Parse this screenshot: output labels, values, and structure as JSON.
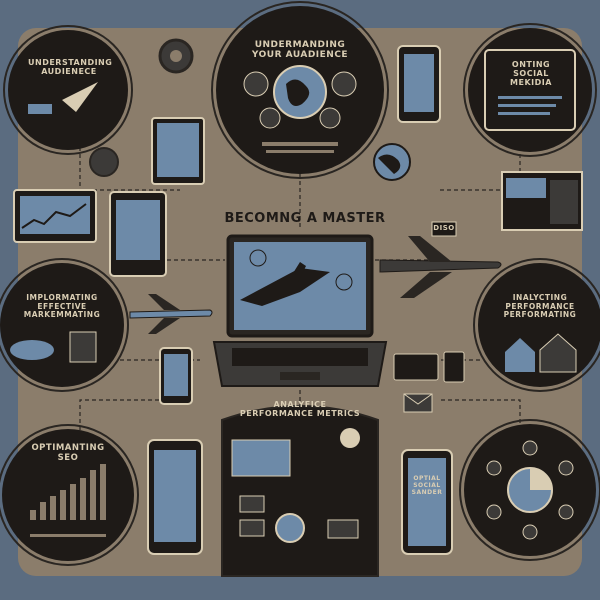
{
  "title": "BECOMNG A MASTER",
  "sections": {
    "top_left": "UNDERSTANDING AUDIENECE",
    "top_center": "UNDERMANDING YOUR AUADIENCE",
    "top_right": "ONTING SOCIAL MEKIDIA",
    "mid_left": "IMPLORMATING EFFECTIVE MARKEMMATING",
    "mid_right": "INALYCTING PERFORMANCE PERFORMATING",
    "bottom_left": "OPTIMANTING SEO",
    "bottom_center": "ANALYFICE PERFORMANCE METRICS",
    "bottom_right": "OPTIAL SOCIAL SANDER"
  },
  "badge_text": "DISO",
  "colors": {
    "background": "#5b6c80",
    "panel": "#8b7d6b",
    "dark": "#1e1a17",
    "accent_blue": "#6d8aa8",
    "text_light": "#d9cdb3"
  }
}
